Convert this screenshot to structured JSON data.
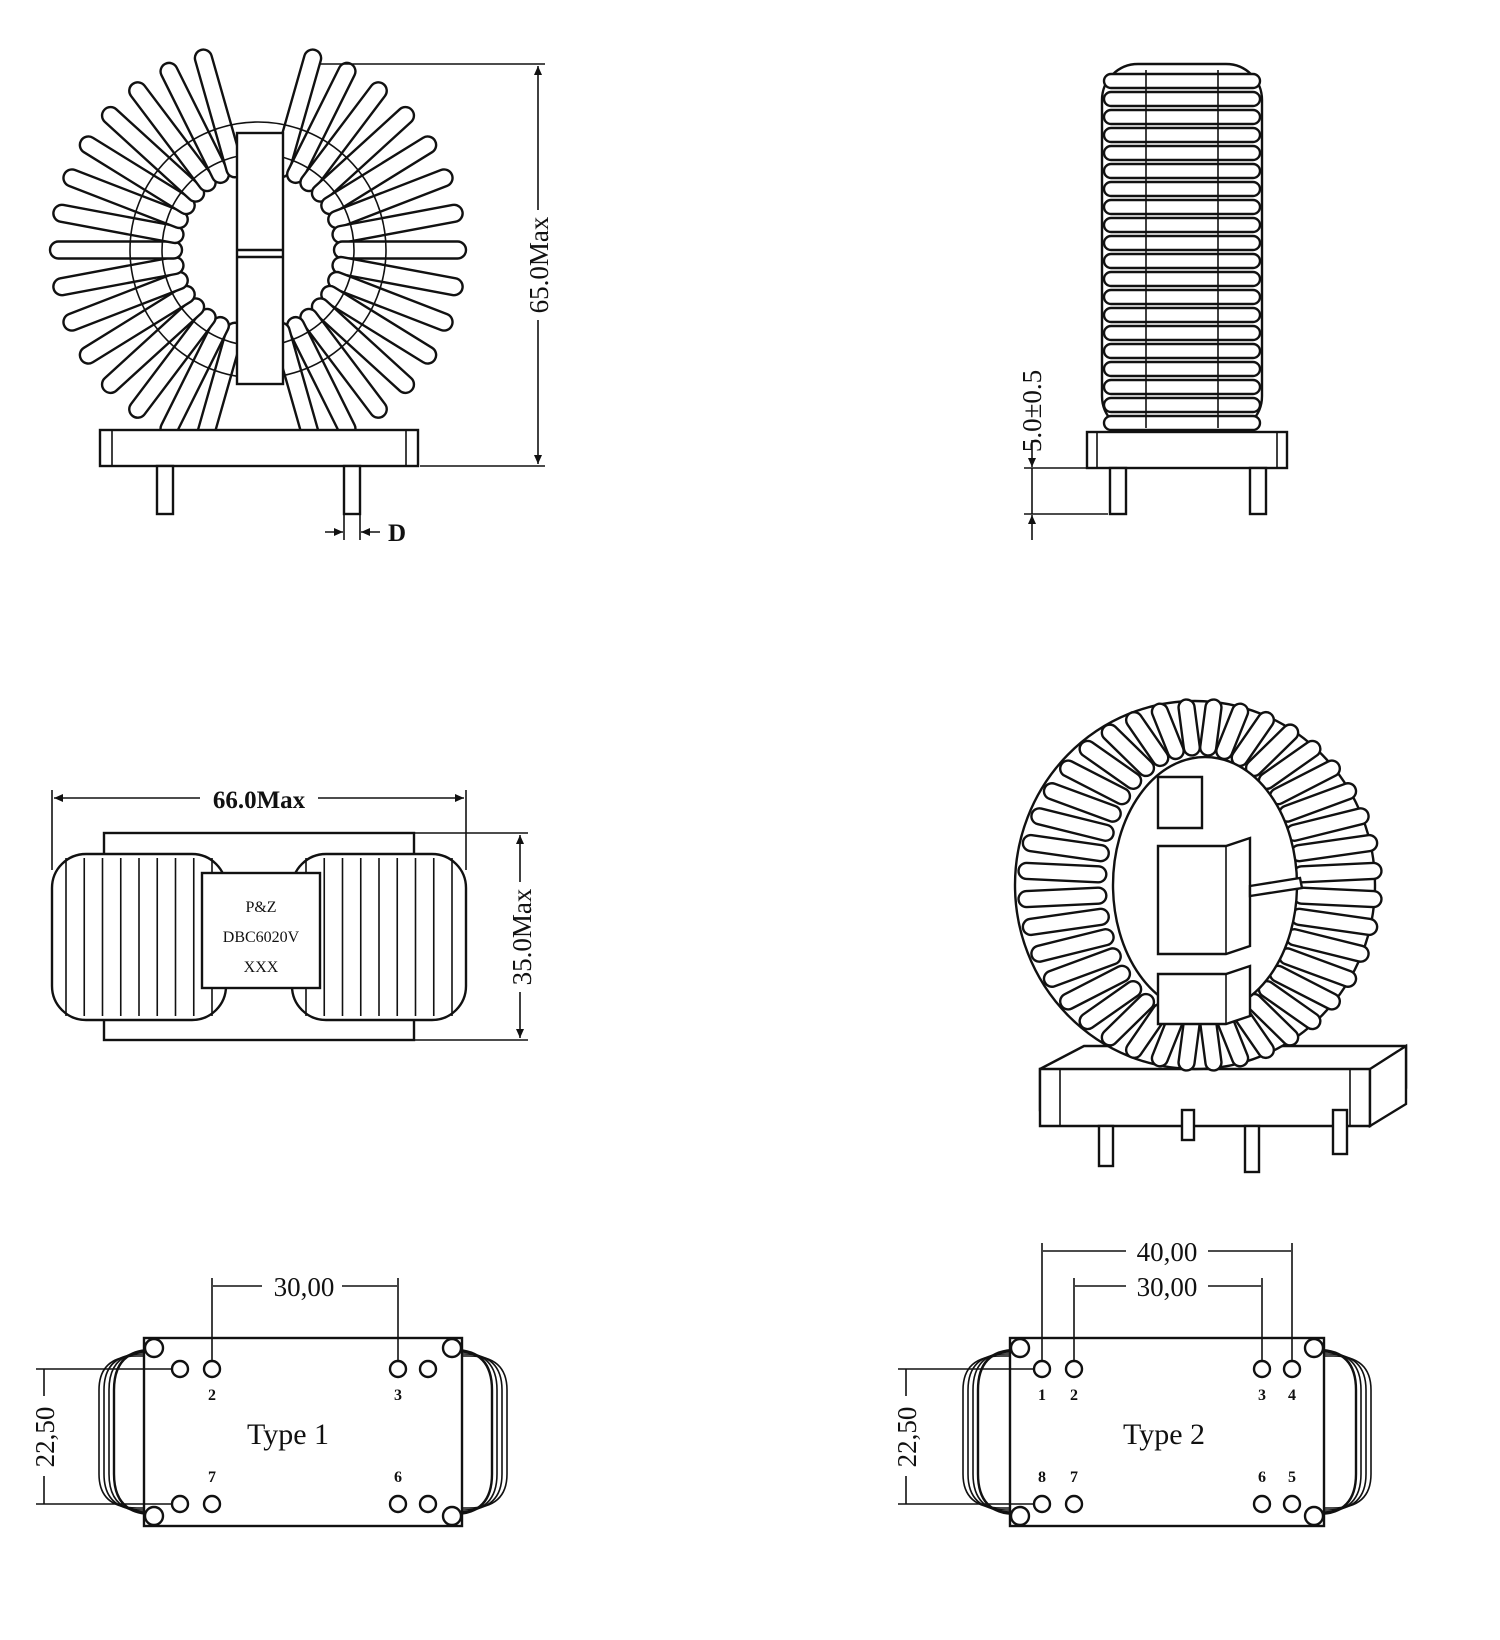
{
  "front_view": {
    "height_label": "65.0Max",
    "pin_label": "D"
  },
  "side_view": {
    "standoff_label": "5.0±0.5"
  },
  "top_view": {
    "width_label": "66.0Max",
    "depth_label": "35.0Max",
    "marking": [
      "P&Z",
      "DBC6020V",
      "XXX"
    ]
  },
  "type1": {
    "label": "Type 1",
    "pitch_label": "30,00",
    "row_label": "22,50",
    "pins": [
      "2",
      "3",
      "7",
      "6"
    ]
  },
  "type2": {
    "label": "Type 2",
    "outer_pitch_label": "40,00",
    "inner_pitch_label": "30,00",
    "row_label": "22,50",
    "pins": [
      "1",
      "2",
      "3",
      "4",
      "8",
      "7",
      "6",
      "5"
    ]
  },
  "colors": {
    "line": "#111111",
    "background": "#ffffff"
  }
}
